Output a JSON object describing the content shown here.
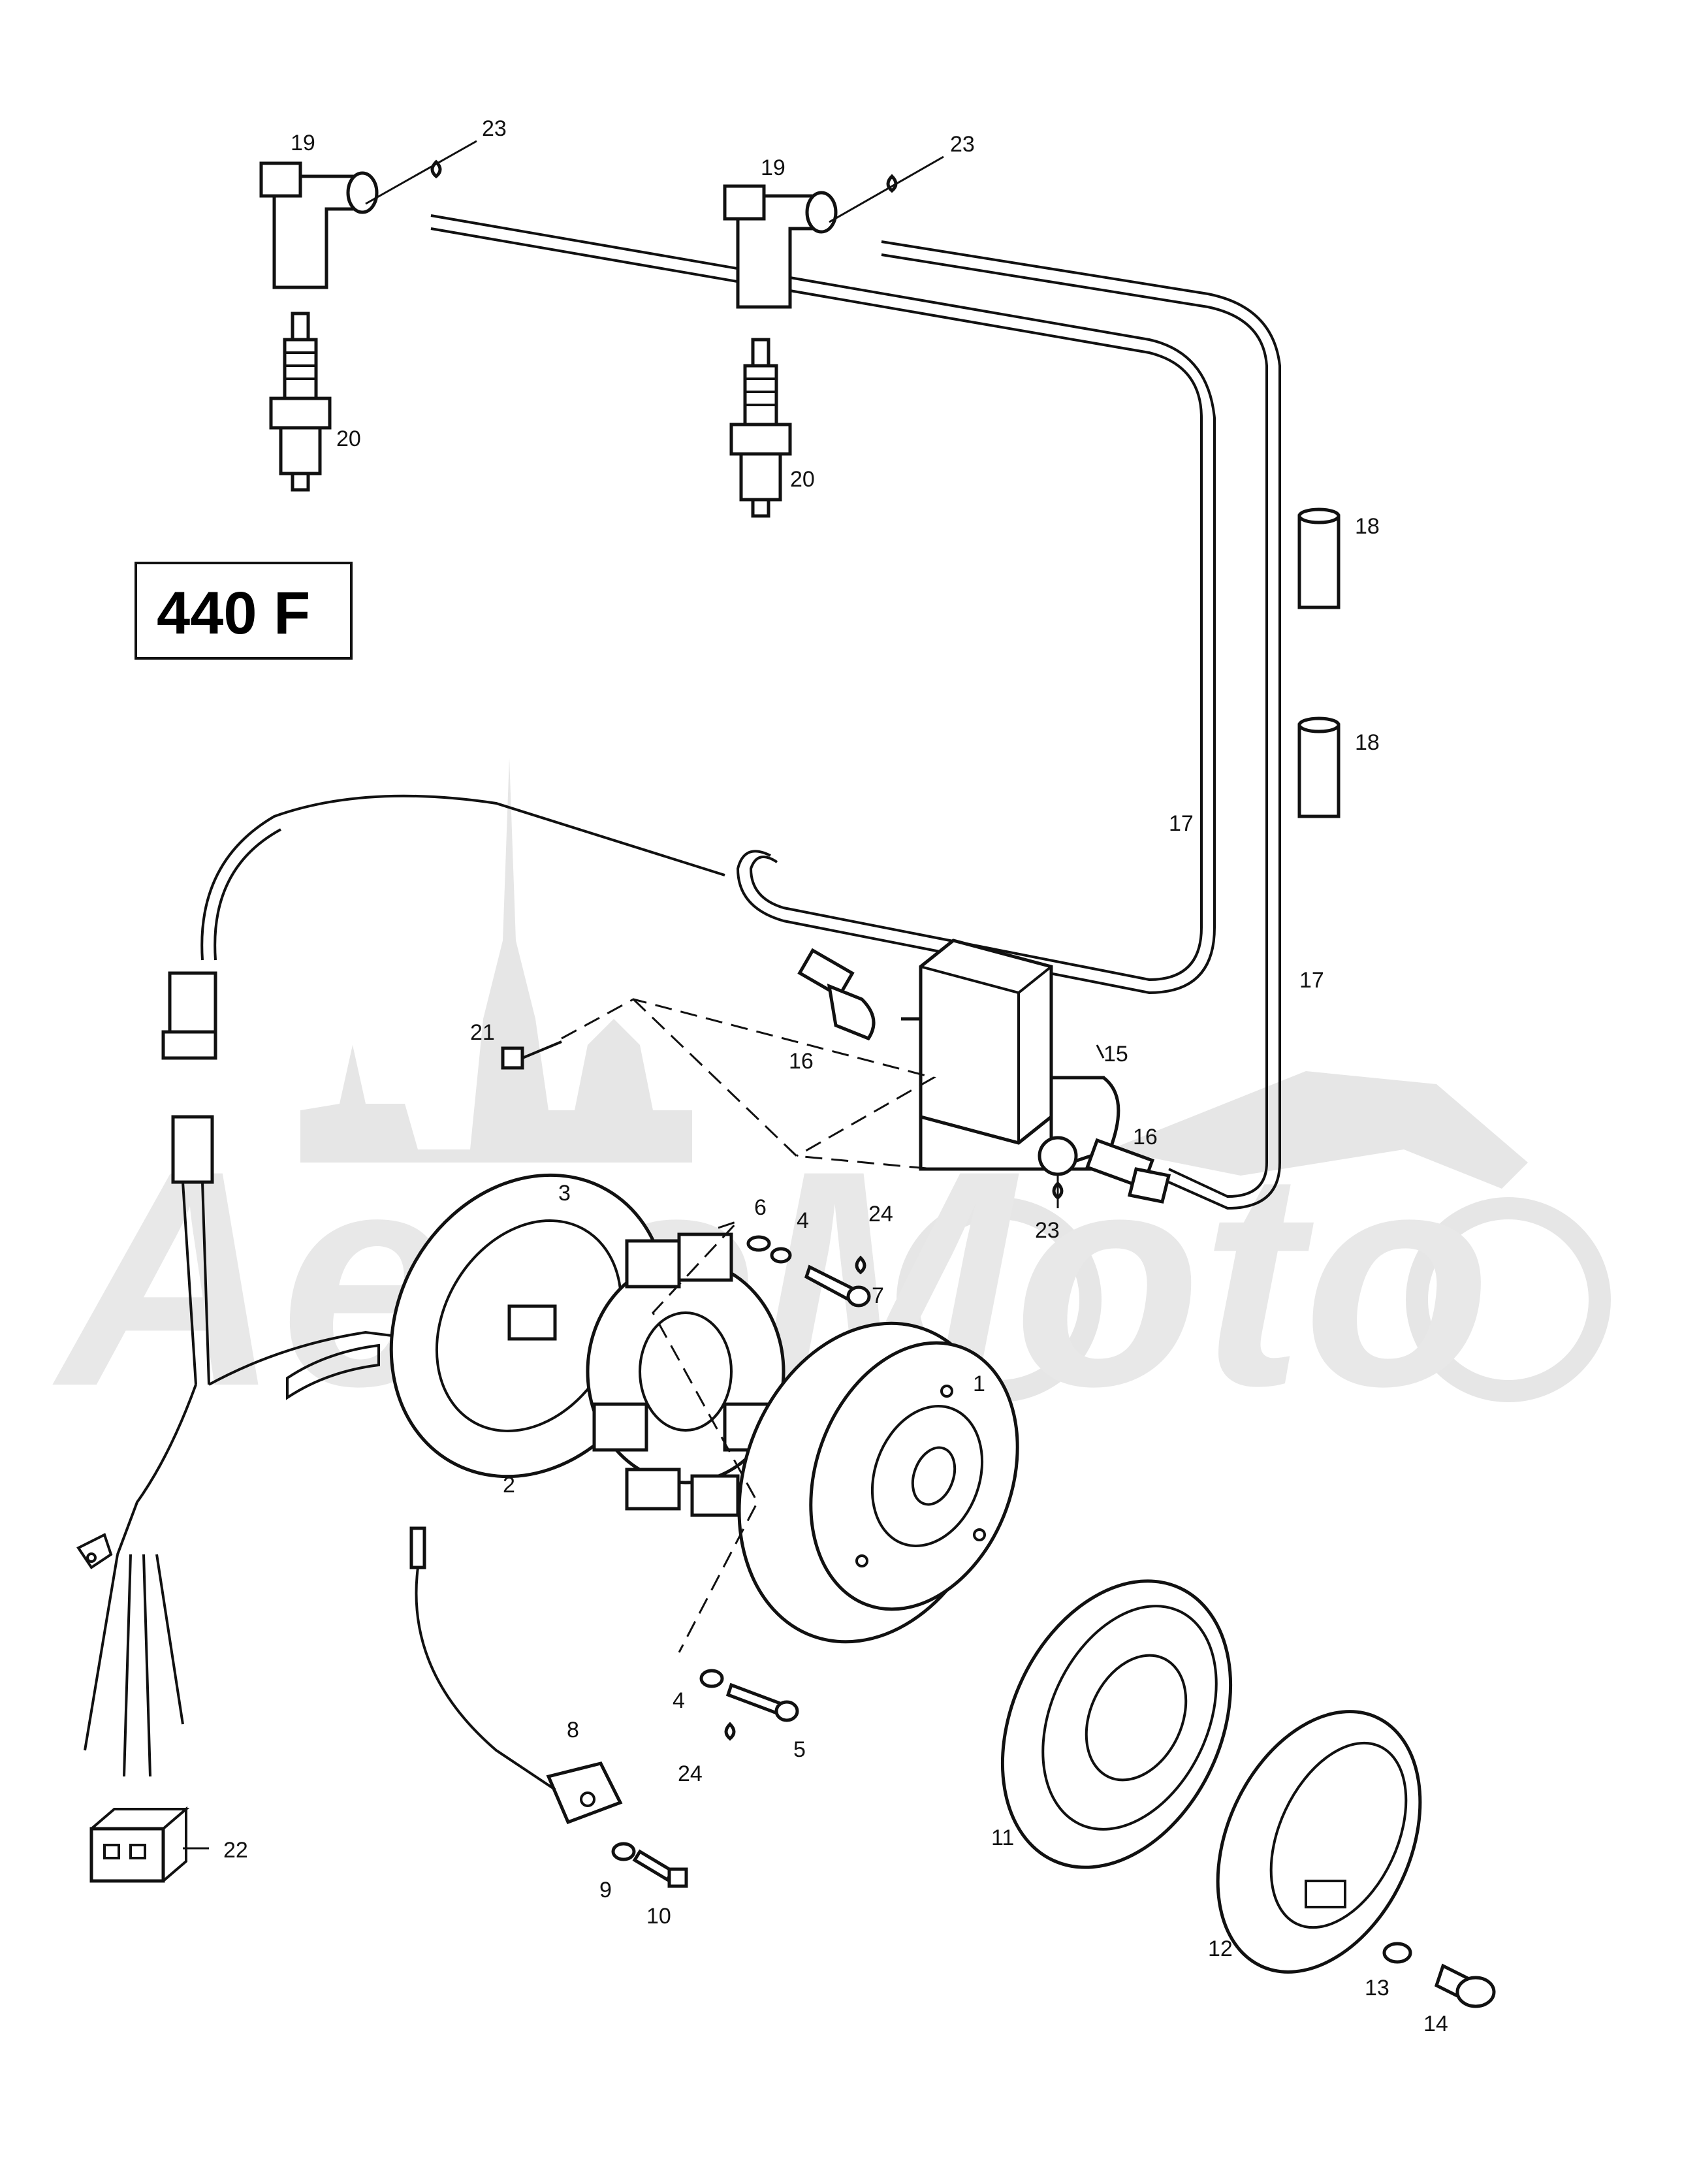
{
  "title_box": {
    "label": "440 F"
  },
  "watermark": {
    "text": "AeroMoto"
  },
  "callouts": [
    {
      "id": "1",
      "label": "1"
    },
    {
      "id": "2",
      "label": "2"
    },
    {
      "id": "3",
      "label": "3"
    },
    {
      "id": "4a",
      "label": "4"
    },
    {
      "id": "4b",
      "label": "4"
    },
    {
      "id": "5",
      "label": "5"
    },
    {
      "id": "6",
      "label": "6"
    },
    {
      "id": "7",
      "label": "7"
    },
    {
      "id": "8",
      "label": "8"
    },
    {
      "id": "9",
      "label": "9"
    },
    {
      "id": "10",
      "label": "10"
    },
    {
      "id": "11",
      "label": "11"
    },
    {
      "id": "12",
      "label": "12"
    },
    {
      "id": "13",
      "label": "13"
    },
    {
      "id": "14",
      "label": "14"
    },
    {
      "id": "15",
      "label": "15"
    },
    {
      "id": "16a",
      "label": "16"
    },
    {
      "id": "16b",
      "label": "16"
    },
    {
      "id": "17a",
      "label": "17"
    },
    {
      "id": "17b",
      "label": "17"
    },
    {
      "id": "18a",
      "label": "18"
    },
    {
      "id": "18b",
      "label": "18"
    },
    {
      "id": "19a",
      "label": "19"
    },
    {
      "id": "19b",
      "label": "19"
    },
    {
      "id": "20a",
      "label": "20"
    },
    {
      "id": "20b",
      "label": "20"
    },
    {
      "id": "21",
      "label": "21"
    },
    {
      "id": "22",
      "label": "22"
    },
    {
      "id": "23a",
      "label": "23"
    },
    {
      "id": "23b",
      "label": "23"
    },
    {
      "id": "23c",
      "label": "23"
    },
    {
      "id": "24a",
      "label": "24"
    },
    {
      "id": "24b",
      "label": "24"
    }
  ]
}
